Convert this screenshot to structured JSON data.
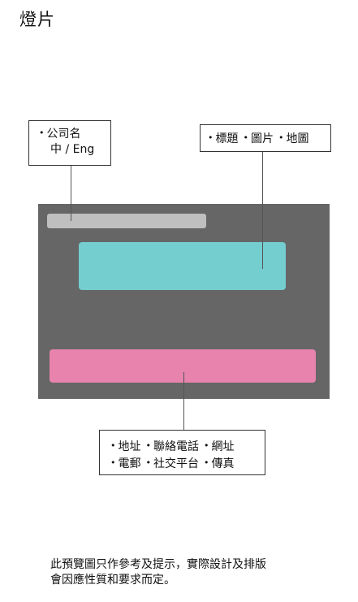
{
  "page": {
    "title": "燈片"
  },
  "callouts": {
    "company": {
      "line1": "公司名",
      "line2": "中 / Eng"
    },
    "content": {
      "items": [
        "標題",
        "圖片",
        "地圖"
      ]
    },
    "contact": {
      "row1": [
        "地址",
        "聯絡電話",
        "網址"
      ],
      "row2": [
        "電郵",
        "社交平台",
        "傳真"
      ]
    }
  },
  "bullet": "•",
  "colors": {
    "screen": "#666666",
    "title_bar": "#bfbfbf",
    "image_block": "#74cdcf",
    "contact_bar": "#e883ae"
  },
  "disclaimer": {
    "line1": "此預覽圖只作參考及提示，實際設計及排版",
    "line2": "會因應性質和要求而定。"
  }
}
